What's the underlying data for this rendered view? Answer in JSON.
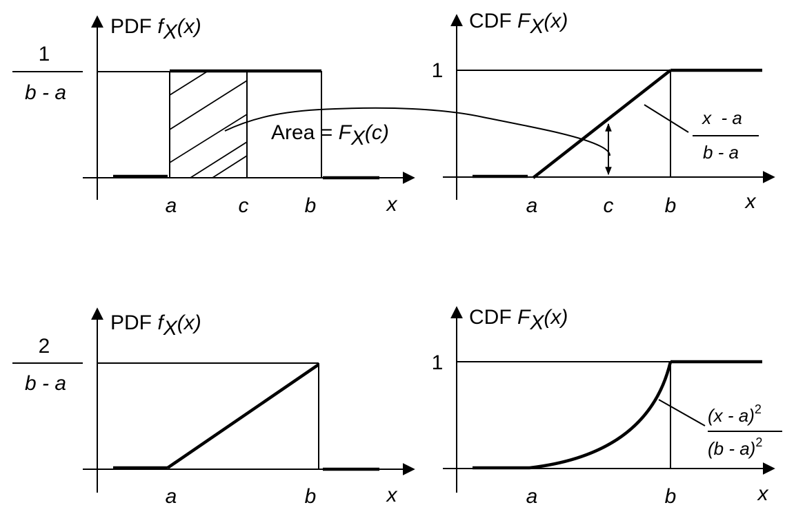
{
  "panels": {
    "uniform_pdf": {
      "title_prefix": "PDF ",
      "title_func": "f",
      "title_sub": "X",
      "title_arg": "(x)",
      "y_numerator": "1",
      "y_denominator": "b - a",
      "area_label_prefix": "Area = ",
      "area_label_func": "F",
      "area_label_sub": "X",
      "area_label_arg": "(c)",
      "x_ticks": [
        "a",
        "c",
        "b"
      ],
      "x_axis": "x"
    },
    "uniform_cdf": {
      "title_prefix": "CDF ",
      "title_func": "F",
      "title_sub": "X",
      "title_arg": "(x)",
      "y_tick": "1",
      "formula_numerator": "x  - a",
      "formula_denominator": "b - a",
      "x_ticks": [
        "a",
        "c",
        "b"
      ],
      "x_axis": "x"
    },
    "triangular_pdf": {
      "title_prefix": "PDF ",
      "title_func": "f",
      "title_sub": "X",
      "title_arg": "(x)",
      "y_numerator": "2",
      "y_denominator": "b - a",
      "x_ticks": [
        "a",
        "b"
      ],
      "x_axis": "x"
    },
    "triangular_cdf": {
      "title_prefix": "CDF ",
      "title_func": "F",
      "title_sub": "X",
      "title_arg": "(x)",
      "y_tick": "1",
      "formula_numerator": "(x - a)",
      "formula_numerator_exp": "2",
      "formula_denominator": "(b - a)",
      "formula_denominator_exp": "2",
      "x_ticks": [
        "a",
        "b"
      ],
      "x_axis": "x"
    }
  }
}
